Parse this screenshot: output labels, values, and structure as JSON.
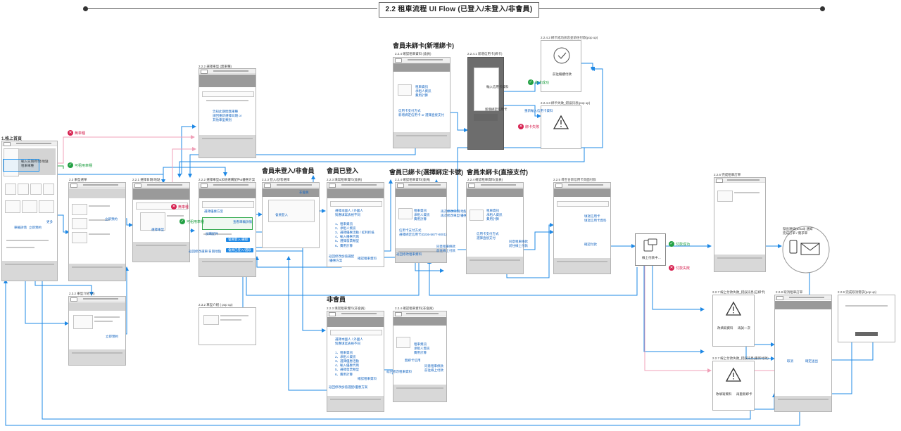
{
  "title": "2.2 租車流程 UI Flow (已登入/未登入/非會員)",
  "colors": {
    "flow": "#1e88e5",
    "success": "#22a043",
    "fail": "#d6204f",
    "fail_line": "#f0a0b8"
  },
  "headings": {
    "unbound_new": "會員未綁卡(新增綁卡)",
    "not_logged": "會員未登入/非會員",
    "logged": "會員已登入",
    "bound": "會員已綁卡(選擇綁定卡號)",
    "unbound_direct": "會員未綁卡(直接支付)",
    "non_member": "非會員"
  },
  "frame_labels": {
    "home": "1.格上首頁",
    "car_type": "2.3 車型選單",
    "car_type_intro": "2.3.2 車型介紹 (A)",
    "date_location": "2.2.1 選擇日期/地點",
    "select_car_none": "2.2.2 選擇車型 (無車種)",
    "select_car": "2.2.2 選擇車型&加值選購配件&優惠方案",
    "popup_intro": "2.3.2 車型介紹 ( pop up)",
    "login_options": "2.2.3 登入/訪客選擇",
    "fill_member": "2.2.3 填寫租車資料(會員)",
    "fill_nonmember": "2.2.3 填寫租車資料(非會員)",
    "confirm_bound": "2.2.4 確認租車資料(會員)",
    "confirm_nonmember": "2.2.4 確認租車資料(非會員)",
    "confirm_unbound_new": "2.2.4 確認租車資料 (會員)",
    "add_card": "2.2.4.1 新增信用卡(綁卡)",
    "bind_ok_popup": "2.2.4.2 綁卡成功訊息並前往付款(pop up)",
    "bind_fail_popup": "2.2.4.3 綁卡失敗_錯誤訊息(pop up)",
    "confirm_direct": "2.2.4 確認租車資料(會員)",
    "third_party_pay": "2.2.5 導至台新信用卡頁面付款",
    "complete_order": "2.2.6 完成租車訂單",
    "pay_fail_bound": "2.2.7 線上付款失敗_錯誤訊息(已綁卡)",
    "pay_fail_retry": "2.2.7 線上付款失敗_錯誤訊息(重新付款)",
    "cancel_order": "2.2.8 取消租車訂單",
    "complete_request": "2.2.9 完成取消需求(pop up)"
  },
  "status_tags": {
    "no_car": "無車種",
    "has_car": "可租用車種",
    "no_car_2": "無車種",
    "has_car_2": "可租用車種",
    "bind_ok": "綁卡成功",
    "bind_fail": "綁卡失敗",
    "pay_ok": "付款成功",
    "pay_fail": "付款失敗"
  },
  "notes": {
    "home_input": "輸入日期/時間/地點\n租車車種",
    "home_car_detail": "車輛詳情",
    "home_reserve": "立即預約",
    "home_more": "更多",
    "cartype_reserve": "立即預約",
    "intro_reserve": "立即預約",
    "date_pick": "選擇車型",
    "none_msg": "告知此期間無車種\n請回重新選擇日期 or\n其他車型類別",
    "select_plan": "選擇優惠方案",
    "select_addon": "加購配件",
    "car_detail_btn": "查看車輛詳情",
    "back_date": "返回修改選車/日期地點",
    "login_title": "會員登入",
    "login_btn": "會員登入",
    "guest_btn": "非會員",
    "member_login_btn": "會員登入/選取",
    "member_confirm_btn": "會員已登入/選取",
    "fill_member_body": "選擇本國人 / 外國人\n對應填寫表格不同\n\n1、租車資訊\n2、承租人資訊\n3、選擇優惠活動 / 紅利折抵\n4、輸入優惠代碼\n5、選擇發票類型\n6、費用計算",
    "fill_member_back": "返回修改加值選配\n/優惠方案",
    "fill_member_confirm": "確認租車資料",
    "fill_nm_body": "選擇本國人 / 外國人\n對應填寫表格不同\n\n1、租車資訊\n2、承租人資訊\n3、選擇優惠活動\n4、輸入優惠代碼\n5、選擇發票類型\n6、費用計算",
    "fill_nm_back": "返回修改加值選配/優惠方案",
    "fill_nm_confirm": "確認租車資料",
    "confirm_bound_info": "租車資訊\n承租人資訊\n費用計算",
    "confirm_bound_pay": "信用卡支付方式\n選擇綁定信用卡(0236-5677-8001)",
    "confirm_bound_agree": "同意租車條款\n前往線上付款",
    "confirm_bound_back": "返回修改租車資料",
    "confirm_bound_reselect": "再次修改日期/地點\n再次修改車型/優惠方案",
    "confirm_nm_info": "租車資訊\n承租人資訊\n費用計算",
    "confirm_nm_card": "無綁卡信用",
    "confirm_nm_agree": "同意租車條款\n前往線上付款",
    "confirm_nm_back": "返回修改租車資料",
    "unbound_info": "租車資訊\n承租人資訊\n費用計算",
    "unbound_pay": "信用卡支付方式\n新增綁定信用卡 or 選擇直接支付",
    "add_card_input": "輸入信用卡資料",
    "add_card_btn": "新增綁定信用卡",
    "bind_ok_btn": "前往繼續付款",
    "bind_fail_note": "重新輸入信用卡資料",
    "direct_info": "租車資訊\n承租人資訊\n費用計算",
    "direct_pay": "信用卡支付方式\n選擇直接支付",
    "direct_agree": "同意租車條款\n前往線上付款",
    "pay_page_info": "填寫信用卡\n填寫信用卡資料",
    "pay_confirm": "確認付款",
    "third_party": "線上付款中…",
    "notify": "發出通知(Email) 通知\n完成訂單 / 需求單",
    "fail_bound_change": "改填寫資料",
    "fail_bound_retry": "再試一次",
    "fail_retry_change": "改填寫資料",
    "fail_retry_new": "再重新綁卡",
    "cancel_btn": "取消",
    "cancel_confirm": "確定送出"
  }
}
